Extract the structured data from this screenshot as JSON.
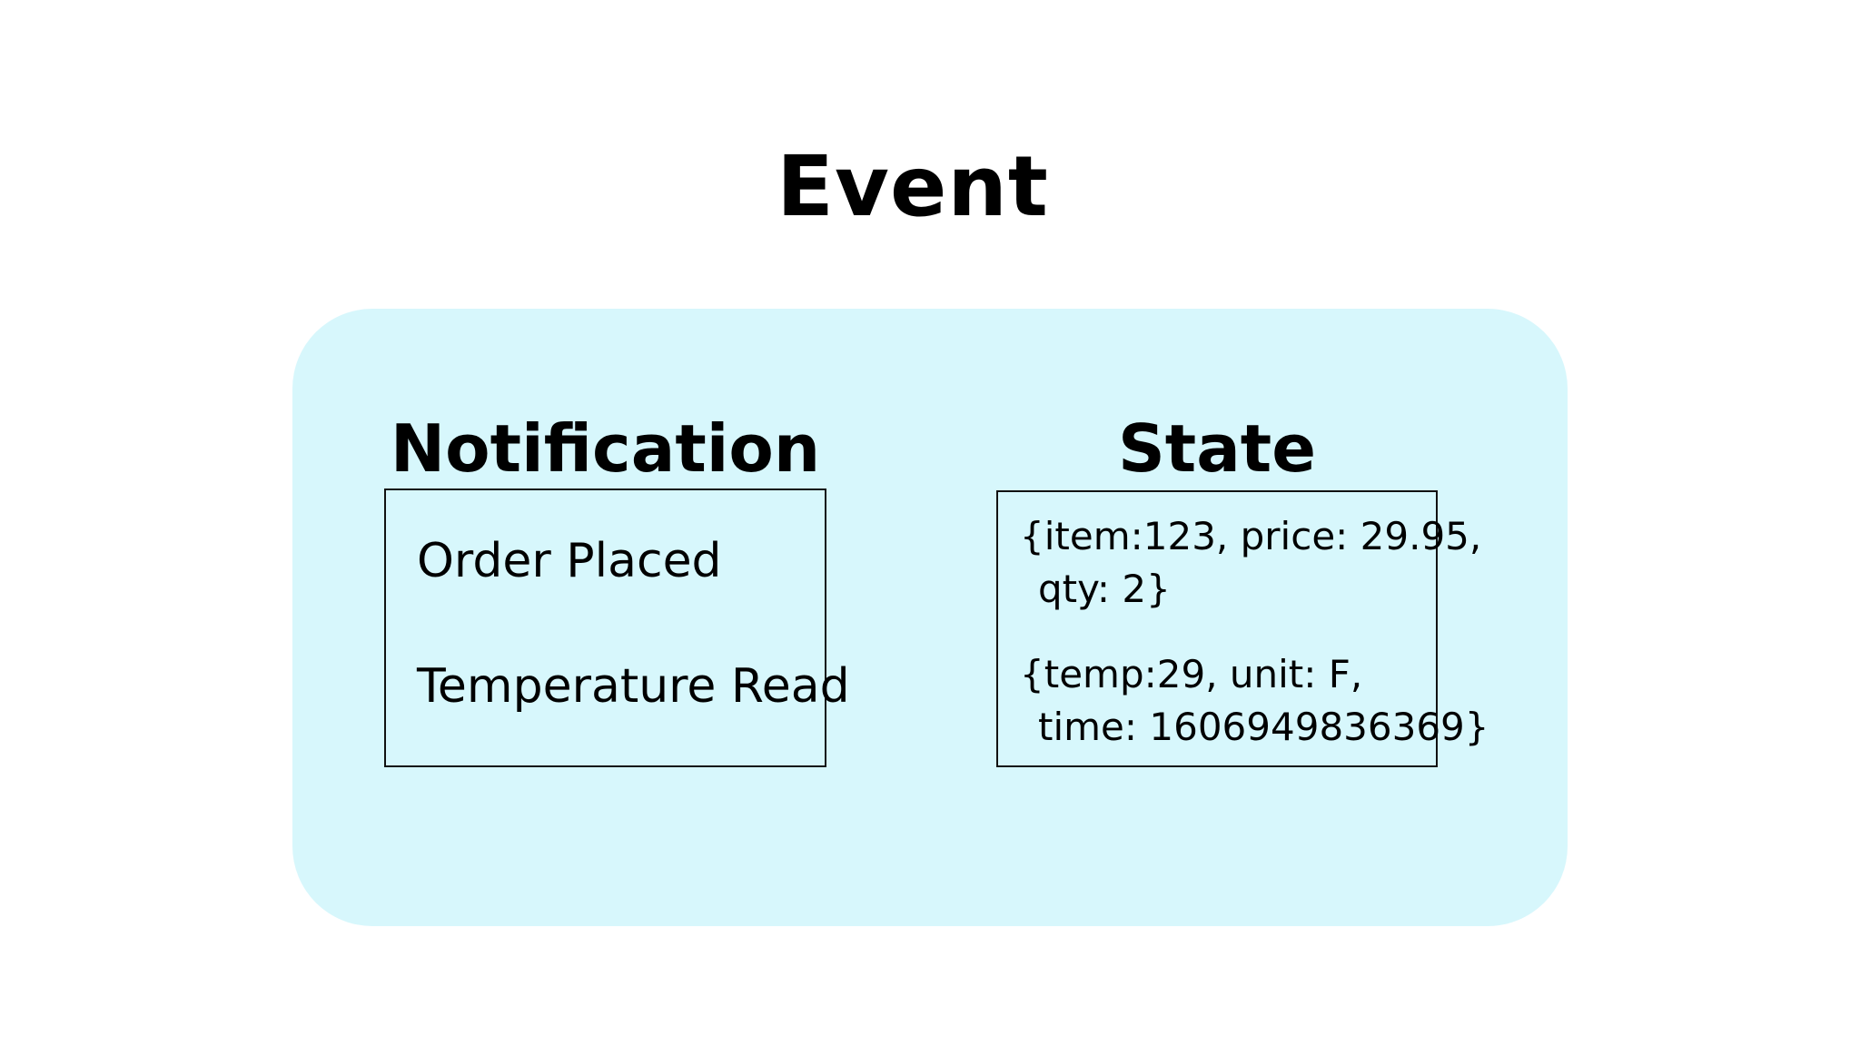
{
  "title": "Event",
  "colors": {
    "panel_fill": "#d7f7fc",
    "text": "#000000",
    "box_border": "#111111"
  },
  "notification": {
    "heading": "Notification",
    "items": [
      "Order Placed",
      "Temperature Read"
    ]
  },
  "state": {
    "heading": "State",
    "objects": [
      {
        "line1": "{item:123, price: 29.95,",
        "line2": "qty: 2}"
      },
      {
        "line1": "{temp:29, unit: F,",
        "line2": "time: 1606949836369}"
      }
    ]
  }
}
